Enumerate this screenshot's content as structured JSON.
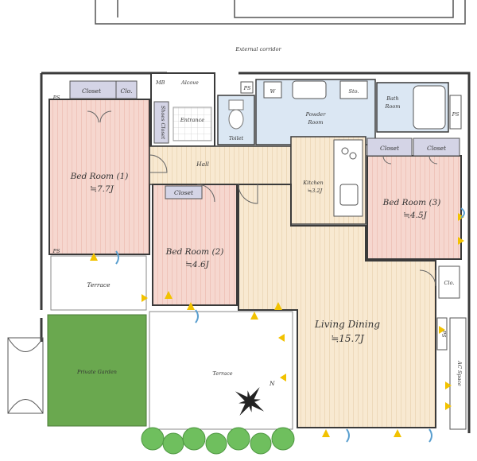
{
  "labels": {
    "external_corridor": "External corridor",
    "closet": "Closet",
    "clo": "Clo.",
    "mb": "MB",
    "alcove": "Alcove",
    "ps": "PS",
    "w": "W",
    "powder_room_1": "Powder",
    "powder_room_2": "Room",
    "sto": "Sto.",
    "bath_1": "Bath",
    "bath_2": "Room",
    "toilet": "Toilet",
    "shoes_closet": "Shoes Closet",
    "entrance": "Entrance",
    "hall": "Hall",
    "kitchen": "Kitchen",
    "kitchen_size": "≒3.2J",
    "bed1": "Bed Room (1)",
    "bed1_size": "≒7.7J",
    "bed2": "Bed Room (2)",
    "bed2_size": "≒4.6J",
    "bed3": "Bed Room (3)",
    "bed3_size": "≒4.5J",
    "living": "Living Dining",
    "living_size": "≒15.7J",
    "terrace_small": "Terrace",
    "terrace_big": "Terrace",
    "private_garden": "Private Garden",
    "ac_space": "AC Space",
    "compass_n": "N"
  },
  "colors": {
    "bedroom_floor": "#f6d7cf",
    "bedroom_line": "#e8b1a4",
    "wood_floor": "#f8e9d1",
    "wood_line": "#e2c9a2",
    "garden": "#6aa84f",
    "closet": "#d4d4e6",
    "wet_area": "#dbe7f3",
    "wall": "#3a3a3a",
    "tree": "#6fbf5e"
  }
}
